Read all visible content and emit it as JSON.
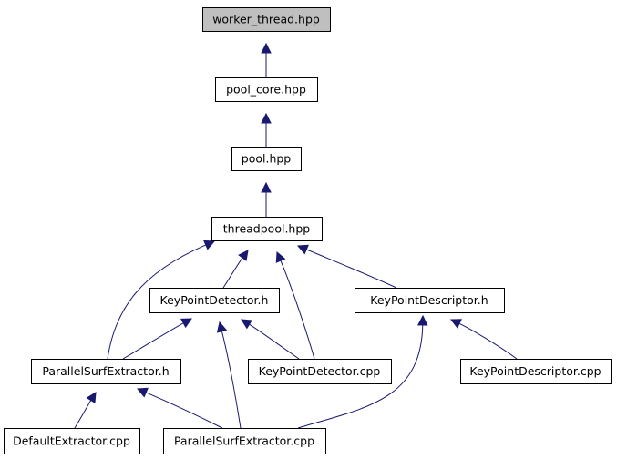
{
  "diagram": {
    "colors": {
      "edge": "#191970",
      "node_fill": "#ffffff",
      "root_fill": "#bfbfbf",
      "border": "#000000"
    },
    "nodes": [
      {
        "id": "worker_thread",
        "label": "worker_thread.hpp",
        "highlight": true
      },
      {
        "id": "pool_core",
        "label": "pool_core.hpp"
      },
      {
        "id": "pool",
        "label": "pool.hpp"
      },
      {
        "id": "threadpool",
        "label": "threadpool.hpp"
      },
      {
        "id": "kp_detector_h",
        "label": "KeyPointDetector.h"
      },
      {
        "id": "kp_descriptor_h",
        "label": "KeyPointDescriptor.h"
      },
      {
        "id": "psurf_h",
        "label": "ParallelSurfExtractor.h"
      },
      {
        "id": "kp_detector_cpp",
        "label": "KeyPointDetector.cpp"
      },
      {
        "id": "kp_descriptor_cpp",
        "label": "KeyPointDescriptor.cpp"
      },
      {
        "id": "default_cpp",
        "label": "DefaultExtractor.cpp"
      },
      {
        "id": "psurf_cpp",
        "label": "ParallelSurfExtractor.cpp"
      }
    ],
    "edges": [
      {
        "from": "pool_core",
        "to": "worker_thread"
      },
      {
        "from": "pool",
        "to": "pool_core"
      },
      {
        "from": "threadpool",
        "to": "pool"
      },
      {
        "from": "psurf_h",
        "to": "threadpool"
      },
      {
        "from": "kp_detector_h",
        "to": "threadpool"
      },
      {
        "from": "kp_detector_cpp",
        "to": "threadpool"
      },
      {
        "from": "kp_descriptor_h",
        "to": "threadpool"
      },
      {
        "from": "psurf_h",
        "to": "kp_detector_h"
      },
      {
        "from": "kp_detector_cpp",
        "to": "kp_detector_h"
      },
      {
        "from": "psurf_cpp",
        "to": "kp_detector_h"
      },
      {
        "from": "psurf_cpp",
        "to": "kp_descriptor_h"
      },
      {
        "from": "kp_descriptor_cpp",
        "to": "kp_descriptor_h"
      },
      {
        "from": "default_cpp",
        "to": "psurf_h"
      },
      {
        "from": "psurf_cpp",
        "to": "psurf_h"
      }
    ]
  }
}
